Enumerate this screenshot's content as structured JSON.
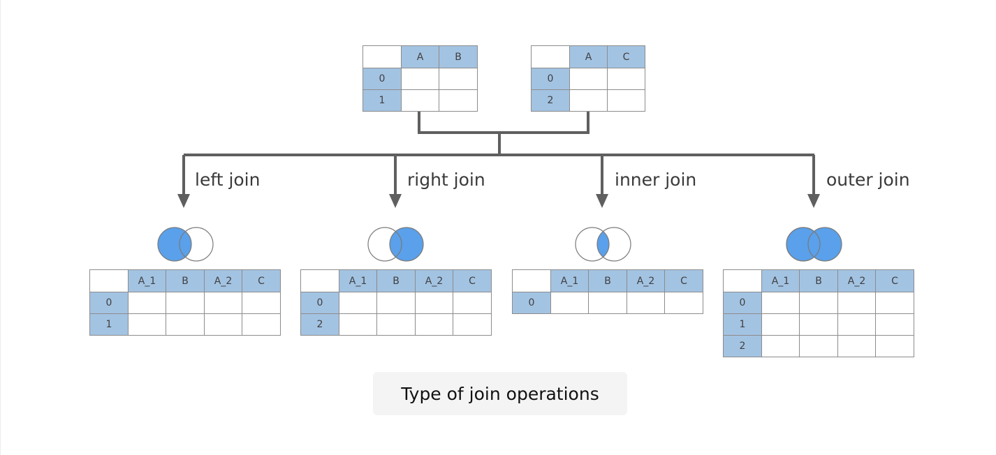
{
  "source_tables": [
    {
      "columns": [
        "A",
        "B"
      ],
      "rows": [
        "0",
        "1"
      ]
    },
    {
      "columns": [
        "A",
        "C"
      ],
      "rows": [
        "0",
        "2"
      ]
    }
  ],
  "joins": [
    {
      "label": "left join",
      "venn": "left",
      "columns": [
        "A_1",
        "B",
        "A_2",
        "C"
      ],
      "rows": [
        "0",
        "1"
      ]
    },
    {
      "label": "right join",
      "venn": "right",
      "columns": [
        "A_1",
        "B",
        "A_2",
        "C"
      ],
      "rows": [
        "0",
        "2"
      ]
    },
    {
      "label": "inner join",
      "venn": "inner",
      "columns": [
        "A_1",
        "B",
        "A_2",
        "C"
      ],
      "rows": [
        "0"
      ]
    },
    {
      "label": "outer join",
      "venn": "outer",
      "columns": [
        "A_1",
        "B",
        "A_2",
        "C"
      ],
      "rows": [
        "0",
        "1",
        "2"
      ]
    }
  ],
  "caption": "Type of join operations",
  "colors": {
    "header_fill": "#a3c3e2",
    "venn_fill": "#5aa0ea",
    "connector": "#5f5f5f"
  }
}
